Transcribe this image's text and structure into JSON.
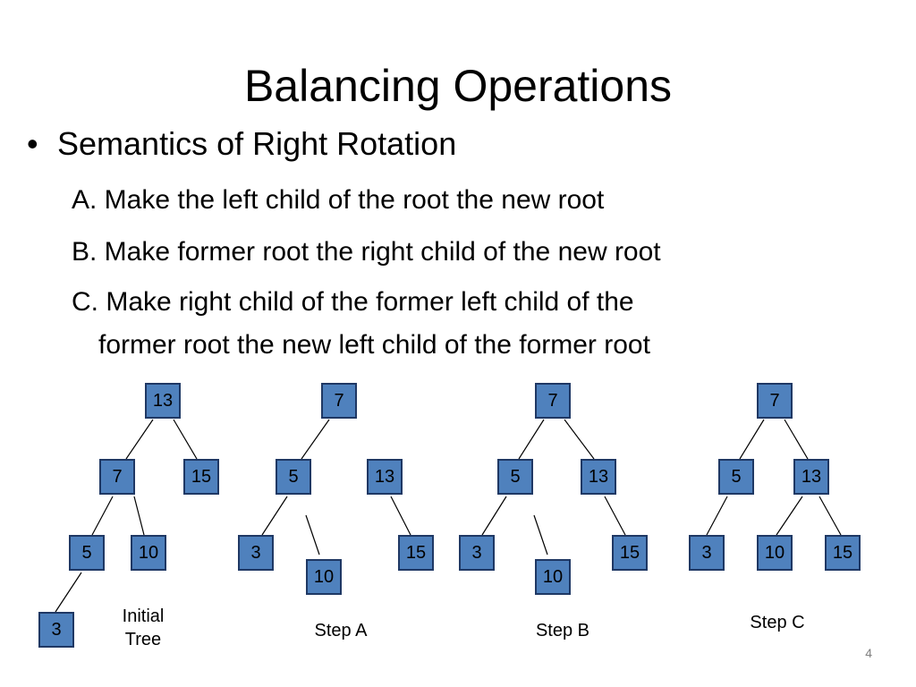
{
  "slide": {
    "title": "Balancing Operations",
    "bullet": "Semantics of Right Rotation",
    "step_a": "A. Make the left child of the root the new root",
    "step_b": "B. Make former root the right child of the new root",
    "step_c_line1": "C. Make right child of the former left child of the",
    "step_c_line2": "former root the new left child of the former root",
    "page_number": "4"
  },
  "diagrams": {
    "initial": {
      "caption_line1": "Initial",
      "caption_line2": "Tree",
      "n13": "13",
      "n7": "7",
      "n15": "15",
      "n5": "5",
      "n10": "10",
      "n3": "3"
    },
    "step_a": {
      "caption": "Step A",
      "n7": "7",
      "n5": "5",
      "n13": "13",
      "n3": "3",
      "n15": "15",
      "n10": "10"
    },
    "step_b": {
      "caption": "Step B",
      "n7": "7",
      "n5": "5",
      "n13": "13",
      "n3": "3",
      "n15": "15",
      "n10": "10"
    },
    "step_c": {
      "caption": "Step C",
      "n7": "7",
      "n5": "5",
      "n13": "13",
      "n3": "3",
      "n10": "10",
      "n15": "15"
    }
  },
  "colors": {
    "node_fill": "#4f81bd",
    "node_border": "#1f3864"
  }
}
